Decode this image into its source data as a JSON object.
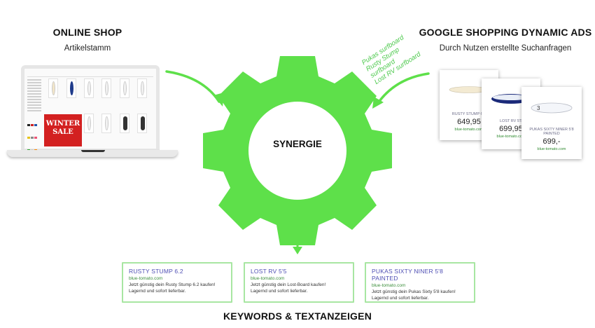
{
  "left": {
    "title": "ONLINE SHOP",
    "subtitle": "Artikelstamm"
  },
  "right": {
    "title": "GOOGLE SHOPPING DYNAMIC ADS",
    "subtitle": "Durch Nutzen erstellte Suchanfragen"
  },
  "center": {
    "label": "SYNERGIE"
  },
  "bottom": {
    "title": "KEYWORDS & TEXTANZEIGEN"
  },
  "search_queries": [
    "Pukas surfboard",
    "Rusty Stump surfboard",
    "Lost RV surfboard"
  ],
  "shop": {
    "banner": [
      "WINTER",
      "SALE"
    ]
  },
  "shopping_cards": [
    {
      "name": "RUSTY STUMP 6.2",
      "price": "649,95",
      "domain": "blue-tomato.com"
    },
    {
      "name": "LOST RV 5'5",
      "price": "699,95",
      "domain": "blue-tomato.com"
    },
    {
      "name": "PUKAS SIXTY NINER 5'8 PAINTED",
      "price": "699,-",
      "domain": "blue-tomato.com"
    }
  ],
  "text_ads": [
    {
      "title": "RUSTY STUMP 6.2",
      "domain": "blue-tomato.com",
      "line1": "Jetzt günstig dein Rusty Stump 6.2 kaufen!",
      "line2": "Lagernd und sofort lieferbar."
    },
    {
      "title": "LOST RV 5'5",
      "domain": "blue-tomato.com",
      "line1": "Jetzt günstig dein Lost-Board kaufen!",
      "line2": "Lagernd und sofort lieferbar."
    },
    {
      "title": "PUKAS SIXTY NINER 5'8 PAINTED",
      "domain": "blue-tomato.com",
      "line1": "Jetzt günstig dein Pukas Sixty 5'8 kaufen!",
      "line2": "Lagernd und sofort lieferbar."
    }
  ],
  "colors": {
    "accent": "#5ee04a",
    "ad_border": "#a8e6a2",
    "ad_title": "#4f4fb4",
    "ad_domain": "#3d8f3d"
  }
}
